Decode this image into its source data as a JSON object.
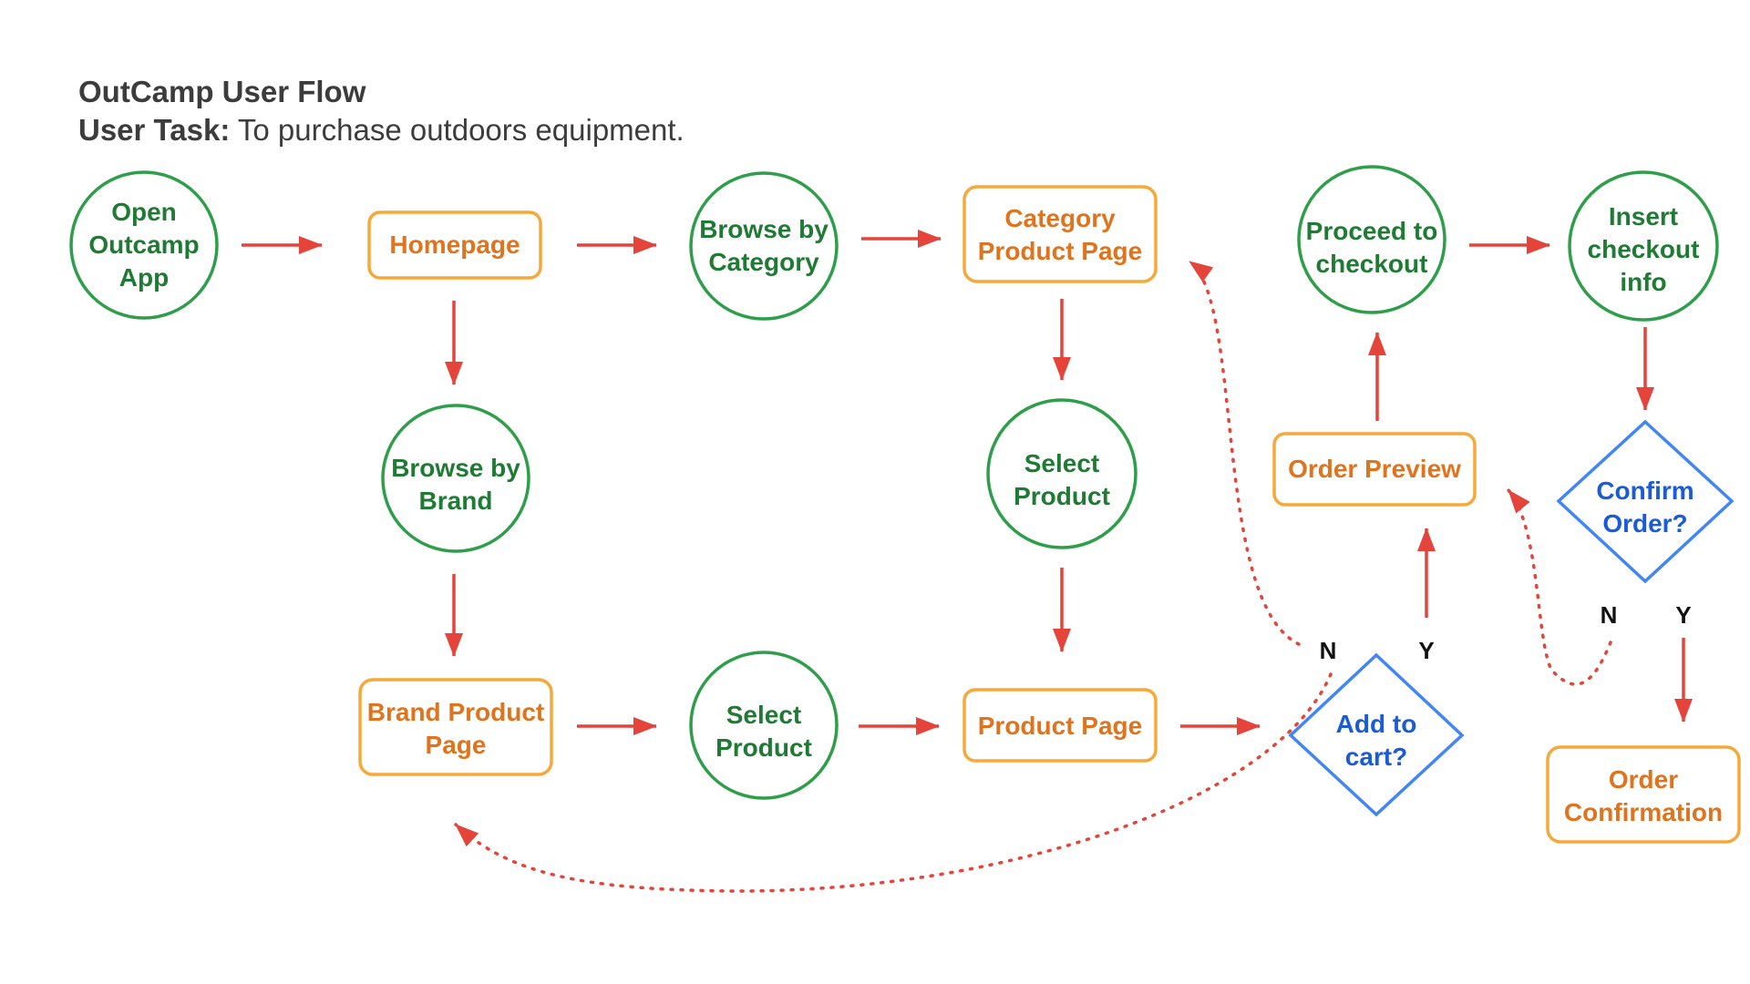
{
  "header": {
    "title": "OutCamp User Flow",
    "task_label": "User Task:",
    "task_text": "To purchase outdoors equipment."
  },
  "colors": {
    "circle": "#2e9e4a",
    "circle_text": "#1f7a34",
    "box": "#f6a83a",
    "box_text": "#e0731d",
    "diamond": "#4285f4",
    "diamond_text": "#1a5bd6",
    "arrow": "#e5443a",
    "label": "#111111"
  },
  "nodes": {
    "open_app": "Open\nOutcamp\nApp",
    "homepage": "Homepage",
    "browse_category": "Browse by\nCategory",
    "category_product_page": "Category\nProduct Page",
    "proceed_checkout": "Proceed to\ncheckout",
    "insert_checkout": "Insert\ncheckout\ninfo",
    "browse_brand": "Browse by\nBrand",
    "select_product_1": "Select\nProduct",
    "order_preview": "Order Preview",
    "confirm_order": "Confirm\nOrder?",
    "brand_product_page": "Brand Product\nPage",
    "select_product_2": "Select\nProduct",
    "product_page": "Product Page",
    "add_to_cart": "Add to\ncart?",
    "order_confirmation": "Order\nConfirmation"
  },
  "labels": {
    "add_no": "N",
    "add_yes": "Y",
    "confirm_no": "N",
    "confirm_yes": "Y"
  }
}
